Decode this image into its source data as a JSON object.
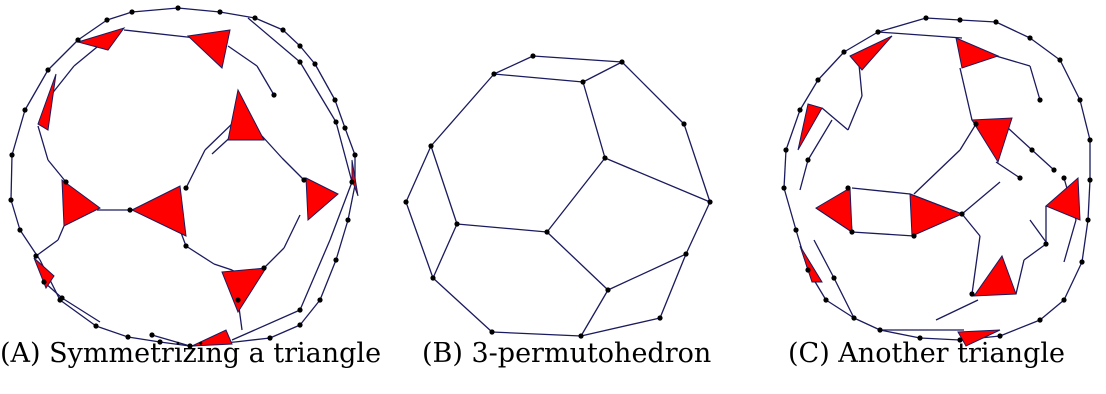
{
  "style": {
    "edge_color": "#1a1a5e",
    "triangle_fill": "#ff0000",
    "vertex_color": "#000000"
  },
  "panels": [
    {
      "id": "a",
      "caption": "(A) Symmetrizing a triangle"
    },
    {
      "id": "b",
      "caption": "(B) 3-permutohedron"
    },
    {
      "id": "c",
      "caption": "(C) Another triangle"
    }
  ]
}
